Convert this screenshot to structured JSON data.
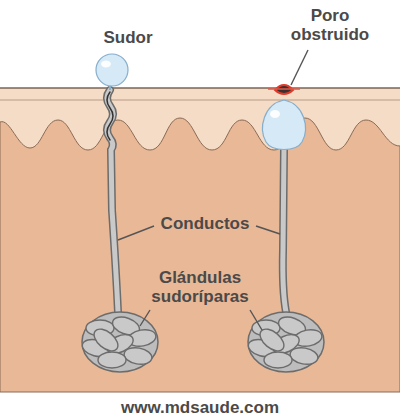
{
  "diagram": {
    "labels": [
      "Sudor",
      "Poro obstruido",
      "Conductos",
      "Glándulas sudoríparas",
      "www.mdsaude.com"
    ]
  }
}
